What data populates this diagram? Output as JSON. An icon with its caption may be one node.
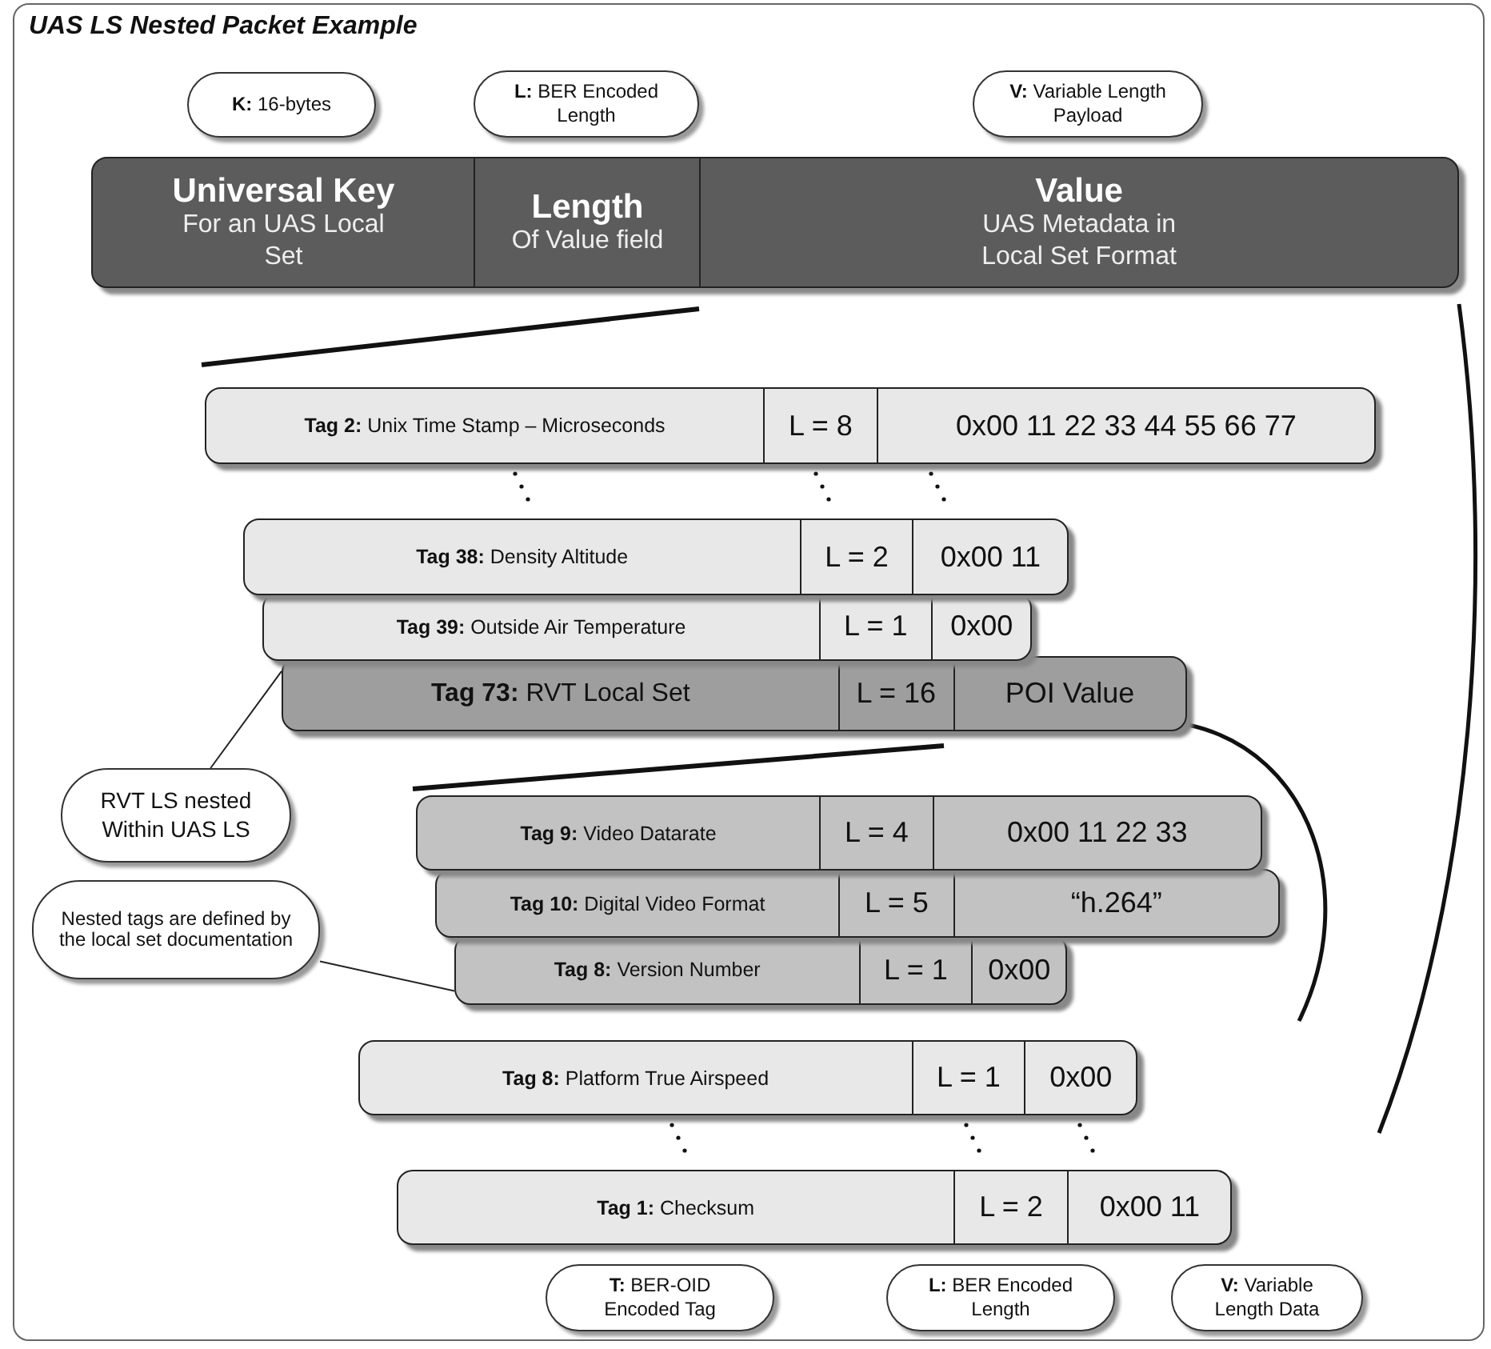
{
  "diagram": {
    "title": "UAS LS Nested Packet Example",
    "nodes": [
      {
        "text": [
          "**K:** 16-bytes"
        ]
      },
      {
        "text": [
          "**L:** BER Encoded Length"
        ]
      },
      {
        "text": [
          "**V:** Variable Length Payload"
        ]
      },
      {
        "text": [
          "Universal Key",
          "For an UAS Local Set",
          "Length",
          "Of Value field",
          "Value",
          "UAS Metadata in Local Set Format"
        ]
      },
      {
        "text": [
          "**Tag 2:** Unix Time Stamp – Microseconds",
          "L = 8",
          "0x00 11 22 33 44 55 66 77"
        ]
      },
      {
        "text": [
          "**Tag 38:** Density Altitude",
          "L = 2",
          "0x00 11"
        ]
      },
      {
        "text": [
          "**Tag 39:** Outside Air Temperature",
          "L = 1",
          "0x00"
        ]
      },
      {
        "text": [
          "**Tag 73:** RVT Local Set",
          "L = 16",
          "POI Value"
        ]
      },
      {
        "text": [
          "RVT LS nested Within UAS LS"
        ]
      },
      {
        "text": [
          "**Tag 9:** Video Datarate",
          "L = 4",
          "0x00 11 22 33"
        ]
      },
      {
        "text": [
          "Nested tags are defined by the local set documentation"
        ]
      },
      {
        "text": [
          "**Tag 10:** Digital Video Format",
          "L = 5",
          "“h.264”"
        ]
      },
      {
        "text": [
          "**Tag 8:** Version Number",
          "L = 1",
          "0x00"
        ]
      },
      {
        "text": [
          "**Tag 8:** Platform True Airspeed",
          "L = 1",
          "0x00"
        ]
      },
      {
        "text": [
          "**Tag 1:** Checksum",
          "L = 2",
          "0x00 11"
        ]
      },
      {
        "text": [
          "**T:** BER-OID Encoded Tag"
        ]
      },
      {
        "text": [
          "**L:** BER Encoded Length"
        ]
      },
      {
        "text": [
          "**V:** Variable Length Data"
        ]
      }
    ],
    "edges": [
      {
        "from": 8,
        "to": 7,
        "arrow": "none"
      },
      {
        "from": 10,
        "to": 12,
        "arrow": "none"
      }
    ]
  }
}
